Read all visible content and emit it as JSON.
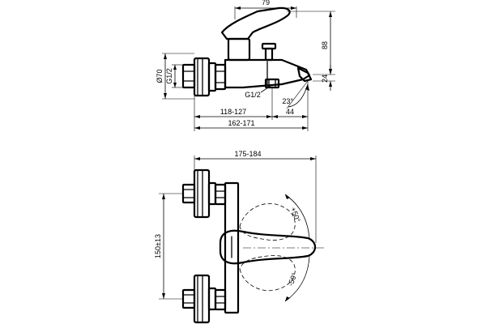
{
  "side_view": {
    "dim_lever_reach": "79",
    "dim_total_height": "88",
    "dim_spout_drop": "24",
    "dim_eccentric_diameter": "Ø70",
    "dim_inlet_thread": "G1/2",
    "dim_outlet_thread": "G1/2",
    "dim_spout_angle": "23°",
    "dim_wall_to_body": "118-127",
    "dim_spout_projection": "44",
    "dim_overall_depth": "162-171"
  },
  "top_view": {
    "dim_overall_width": "175-184",
    "dim_inlet_centres": "150±13",
    "angle_lever_up": "+50°",
    "angle_lever_down": "-50°"
  }
}
